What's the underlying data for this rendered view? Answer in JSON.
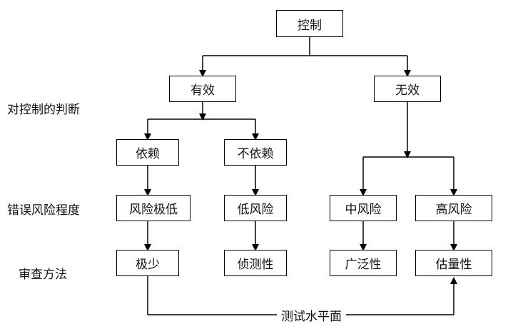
{
  "nodes": {
    "root": "控制",
    "effective": "有效",
    "ineffective": "无效",
    "reliant": "依赖",
    "not_reliant": "不依赖",
    "risk_very_low": "风险极低",
    "risk_low": "低风险",
    "risk_medium": "中风险",
    "risk_high": "高风险",
    "very_few": "极少",
    "detective": "侦测性",
    "extensive": "广泛性",
    "estimative": "估量性"
  },
  "side_labels": {
    "control_judgement": "对控制的判断",
    "error_risk_level": "错误风险程度",
    "review_method": "审查方法"
  },
  "bottom_label": "测试水平面",
  "colors": {
    "line": "#000000",
    "border": "#000000",
    "text": "#111111",
    "background": "#ffffff"
  }
}
